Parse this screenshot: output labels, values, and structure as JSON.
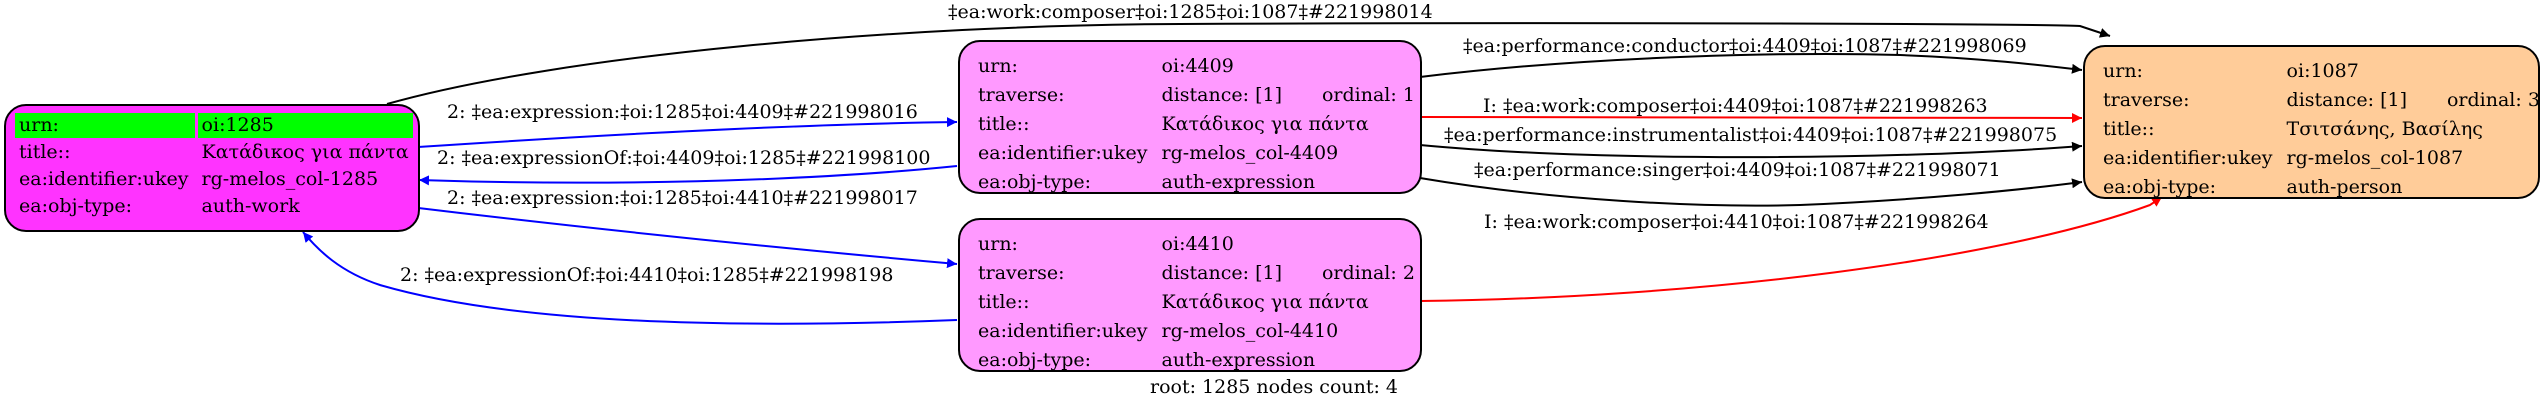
{
  "colors": {
    "root_node_fill": "#ff33ff",
    "expression_node_fill": "#ff99ff",
    "person_node_fill": "#ffcc99",
    "highlight_row": "#00ff00",
    "edge_blue": "#0000ff",
    "edge_red": "#ff0000",
    "edge_black": "#000000"
  },
  "nodes": {
    "n1285": {
      "rows": [
        {
          "key": "urn:",
          "value": "oi:1285"
        },
        {
          "key": "title::",
          "value": "Κατάδικος για πάντα"
        },
        {
          "key": "ea:identifier:ukey",
          "value": "rg-melos_col-1285"
        },
        {
          "key": "ea:obj-type:",
          "value": "auth-work"
        }
      ]
    },
    "n4409": {
      "urn": {
        "key": "urn:",
        "value": "oi:4409"
      },
      "traverse": {
        "key": "traverse:",
        "distance": "distance: [1]",
        "ordinal": "ordinal: 1"
      },
      "title": {
        "key": "title::",
        "value": "Κατάδικος για πάντα"
      },
      "ukey": {
        "key": "ea:identifier:ukey",
        "value": "rg-melos_col-4409"
      },
      "type": {
        "key": "ea:obj-type:",
        "value": "auth-expression"
      }
    },
    "n4410": {
      "urn": {
        "key": "urn:",
        "value": "oi:4410"
      },
      "traverse": {
        "key": "traverse:",
        "distance": "distance: [1]",
        "ordinal": "ordinal: 2"
      },
      "title": {
        "key": "title::",
        "value": "Κατάδικος για πάντα"
      },
      "ukey": {
        "key": "ea:identifier:ukey",
        "value": "rg-melos_col-4410"
      },
      "type": {
        "key": "ea:obj-type:",
        "value": "auth-expression"
      }
    },
    "n1087": {
      "urn": {
        "key": "urn:",
        "value": "oi:1087"
      },
      "traverse": {
        "key": "traverse:",
        "distance": "distance: [1]",
        "ordinal": "ordinal: 3"
      },
      "title": {
        "key": "title::",
        "value": "Τσιτσάνης, Βασίλης"
      },
      "ukey": {
        "key": "ea:identifier:ukey",
        "value": "rg-melos_col-1087"
      },
      "type": {
        "key": "ea:obj-type:",
        "value": "auth-person"
      }
    }
  },
  "edges": [
    {
      "id": "e1",
      "from": "oi:1285",
      "to": "oi:1087",
      "color": "black",
      "label": "‡ea:work:composer‡oi:1285‡oi:1087‡#221998014"
    },
    {
      "id": "e2",
      "from": "oi:1285",
      "to": "oi:4409",
      "color": "blue",
      "label": "2: ‡ea:expression:‡oi:1285‡oi:4409‡#221998016"
    },
    {
      "id": "e3",
      "from": "oi:4409",
      "to": "oi:1285",
      "color": "blue",
      "label": "2: ‡ea:expressionOf:‡oi:4409‡oi:1285‡#221998100"
    },
    {
      "id": "e4",
      "from": "oi:1285",
      "to": "oi:4410",
      "color": "blue",
      "label": "2: ‡ea:expression:‡oi:1285‡oi:4410‡#221998017"
    },
    {
      "id": "e5",
      "from": "oi:4410",
      "to": "oi:1285",
      "color": "blue",
      "label": "2: ‡ea:expressionOf:‡oi:4410‡oi:1285‡#221998198"
    },
    {
      "id": "e6",
      "from": "oi:4409",
      "to": "oi:1087",
      "color": "black",
      "label": "‡ea:performance:conductor‡oi:4409‡oi:1087‡#221998069"
    },
    {
      "id": "e7",
      "from": "oi:4409",
      "to": "oi:1087",
      "color": "red",
      "label": "I: ‡ea:work:composer‡oi:4409‡oi:1087‡#221998263"
    },
    {
      "id": "e8",
      "from": "oi:4409",
      "to": "oi:1087",
      "color": "black",
      "label": "‡ea:performance:instrumentalist‡oi:4409‡oi:1087‡#221998075"
    },
    {
      "id": "e9",
      "from": "oi:4409",
      "to": "oi:1087",
      "color": "black",
      "label": "‡ea:performance:singer‡oi:4409‡oi:1087‡#221998071"
    },
    {
      "id": "e10",
      "from": "oi:4410",
      "to": "oi:1087",
      "color": "red",
      "label": "I: ‡ea:work:composer‡oi:4410‡oi:1087‡#221998264"
    }
  ],
  "footer": "root: 1285 nodes count: 4"
}
